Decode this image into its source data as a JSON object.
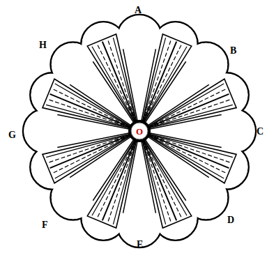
{
  "diagram": {
    "labels": [
      "A",
      "B",
      "C",
      "D",
      "E",
      "F",
      "G",
      "H",
      "O"
    ]
  }
}
